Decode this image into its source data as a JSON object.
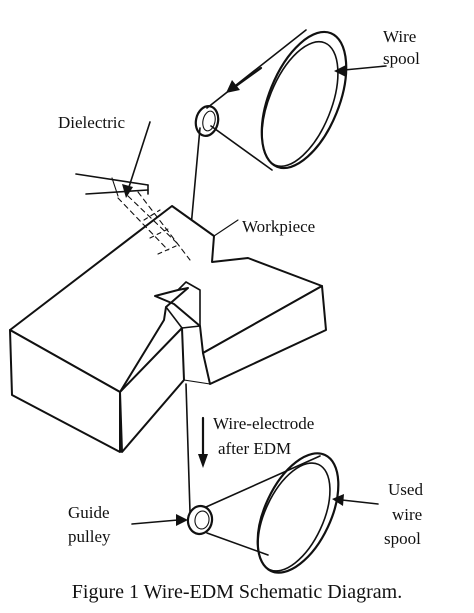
{
  "labels": {
    "wire_spool": [
      "Wire",
      "spool"
    ],
    "dielectric": "Dielectric",
    "workpiece": "Workpiece",
    "wire_electrode": [
      "Wire-electrode",
      "after EDM"
    ],
    "guide_pulley": [
      "Guide",
      "pulley"
    ],
    "used_wire_spool": [
      "Used",
      "wire",
      "spool"
    ]
  },
  "caption": "Figure 1 Wire-EDM Schematic Diagram."
}
